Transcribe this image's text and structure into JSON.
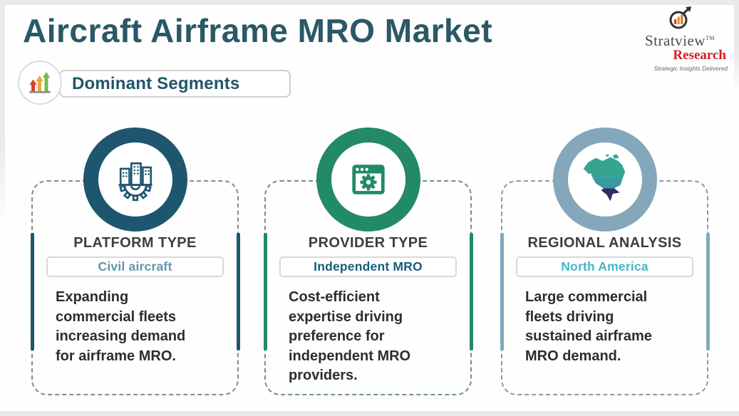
{
  "page": {
    "background": "#ffffff",
    "edge_color": "#e9e9e9"
  },
  "header": {
    "title": "Aircraft Airframe MRO Market",
    "title_color": "#2a5866",
    "badge": {
      "label": "Dominant Segments",
      "label_color": "#20566b",
      "arrow_colors": {
        "red": "#d6452c",
        "orange": "#f0a63a",
        "green": "#6fbf4a"
      }
    },
    "logo": {
      "brand_top": "Stratview",
      "trademark": "TM",
      "brand_bottom": "Research",
      "tagline": "Strategic Insights Delivered",
      "brand_top_color": "#4a4a4a",
      "brand_bottom_color": "#d21f26"
    }
  },
  "cards": [
    {
      "heading": "PLATFORM TYPE",
      "segment": "Civil aircraft",
      "description": "Expanding\ncommercial fleets\nincreasing demand\nfor airframe MRO.",
      "accent": "#1d566e",
      "segment_color": "#5e96ae",
      "dash_color": "#8a8a8a",
      "icon": "city-buildings-gear-icon"
    },
    {
      "heading": "PROVIDER TYPE",
      "segment": "Independent MRO",
      "description": "Cost-efficient\nexpertise driving\npreference for\nindependent MRO\nproviders.",
      "accent": "#228a66",
      "segment_color": "#155e7b",
      "dash_color": "#6d9287",
      "icon": "browser-window-gear-icon"
    },
    {
      "heading": "REGIONAL ANALYSIS",
      "segment": "North America",
      "description": "Large commercial\nfleets driving\nsustained airframe\nMRO demand.",
      "accent": "#84a7bc",
      "segment_color": "#44b5ca",
      "dash_color": "#8a9aa5",
      "icon": "north-america-map-icon",
      "map_colors": {
        "canada": "#35a592",
        "usa": "#3b97a0",
        "mexico": "#2d2e63"
      }
    }
  ]
}
